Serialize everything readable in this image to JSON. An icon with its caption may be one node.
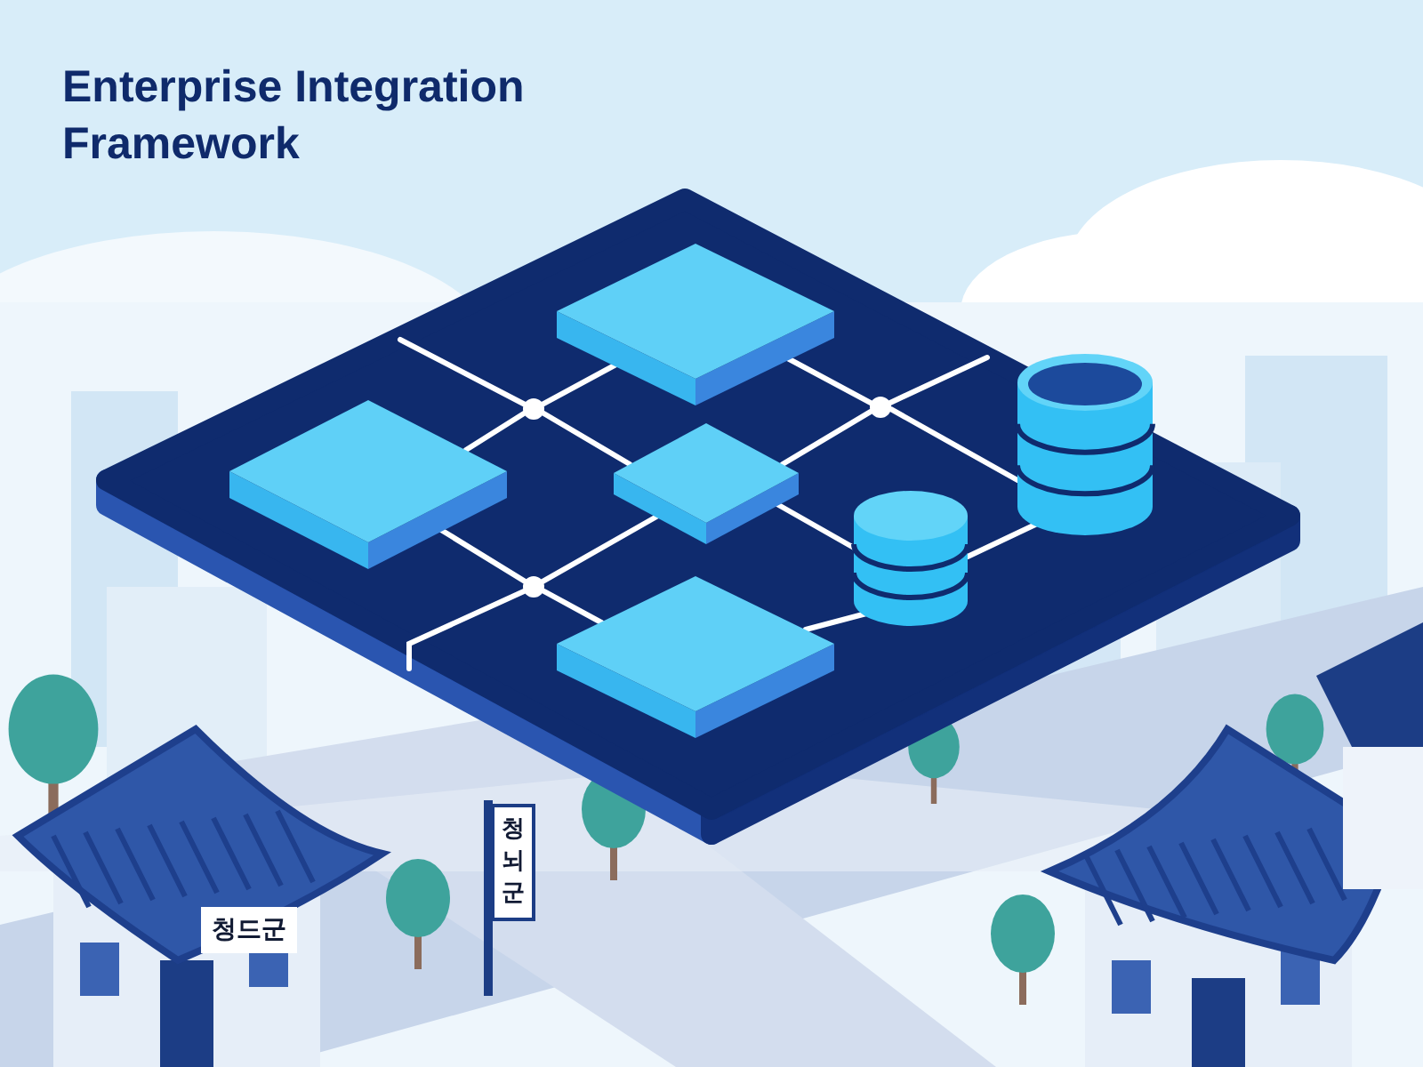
{
  "diagram": {
    "title": "Enterprise Integration Framework",
    "nodes": [
      {
        "text": [],
        "shape": "box"
      },
      {
        "text": [],
        "shape": "box"
      },
      {
        "text": [],
        "shape": "box"
      },
      {
        "text": [],
        "shape": "box"
      },
      {
        "text": [],
        "shape": "cylinder"
      },
      {
        "text": [],
        "shape": "cylinder"
      },
      {
        "text": [],
        "shape": "circle"
      },
      {
        "text": [],
        "shape": "circle"
      },
      {
        "text": [],
        "shape": "circle"
      }
    ],
    "edges": [
      {
        "from": null,
        "to": 6,
        "arrow": "none"
      },
      {
        "from": 6,
        "to": 0,
        "arrow": "none"
      },
      {
        "from": 6,
        "to": 1,
        "arrow": "none"
      },
      {
        "from": 6,
        "to": 2,
        "arrow": "none"
      },
      {
        "from": 1,
        "to": 8,
        "arrow": "none"
      },
      {
        "from": 8,
        "to": 2,
        "arrow": "none"
      },
      {
        "from": 8,
        "to": 3,
        "arrow": "none"
      },
      {
        "from": 8,
        "to": null,
        "arrow": "none"
      },
      {
        "from": 0,
        "to": 7,
        "arrow": "none"
      },
      {
        "from": 7,
        "to": null,
        "arrow": "none"
      },
      {
        "from": 7,
        "to": 2,
        "arrow": "none"
      },
      {
        "from": 7,
        "to": 4,
        "arrow": "none"
      },
      {
        "from": 2,
        "to": 5,
        "arrow": "none"
      },
      {
        "from": 5,
        "to": 3,
        "arrow": "none"
      },
      {
        "from": 4,
        "to": 5,
        "arrow": "none"
      }
    ],
    "labels": [
      "청드군",
      "청뇌군"
    ]
  }
}
